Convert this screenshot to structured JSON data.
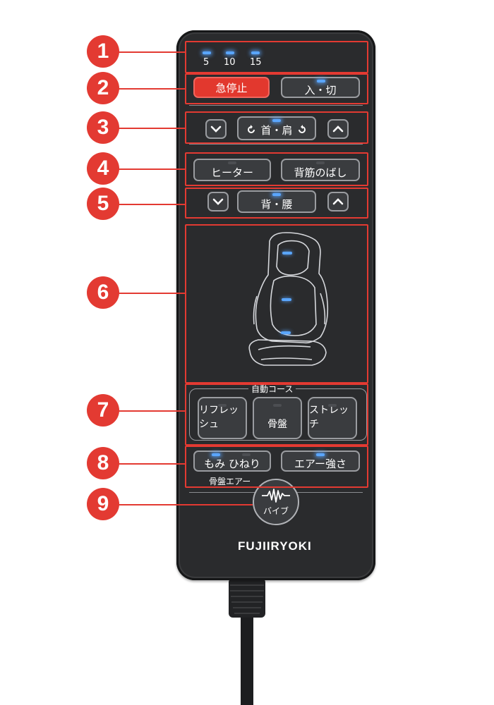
{
  "timer": {
    "labels": [
      "5",
      "10",
      "15"
    ]
  },
  "buttons": {
    "emergency_stop": "急停止",
    "power": "入・切",
    "neck_shoulder": "首・肩",
    "heater": "ヒーター",
    "stretch_back": "背筋のばし",
    "back_waist": "背・腰",
    "course_refresh": "リフレッシュ",
    "course_pelvis": "骨盤",
    "course_stretch": "ストレッチ",
    "knead_twist": "もみ ひねり",
    "air_strength": "エアー強さ",
    "vibe": "バイブ"
  },
  "labels": {
    "auto_course": "自動コース",
    "pelvis_air": "骨盤エアー",
    "brand": "FUJIIRYOKI"
  },
  "badges": [
    "1",
    "2",
    "3",
    "4",
    "5",
    "6",
    "7",
    "8",
    "9"
  ],
  "colors": {
    "accent_red": "#e33a32",
    "led_blue": "#5aa6ff",
    "remote_body": "#2a2b2d"
  }
}
